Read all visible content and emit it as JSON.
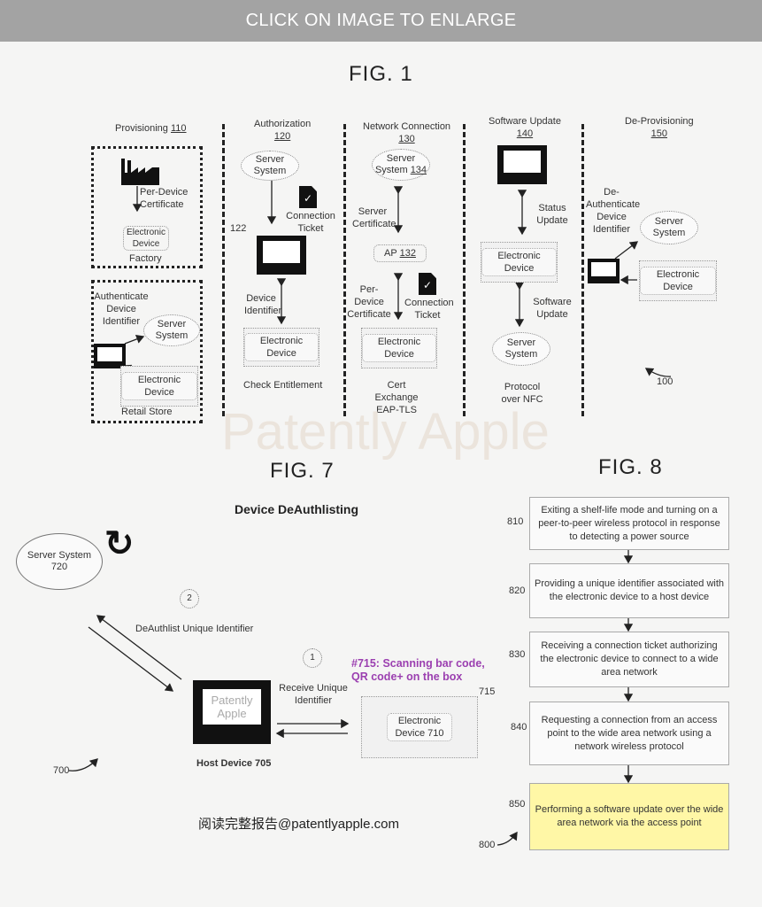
{
  "banner": "CLICK ON IMAGE TO ENLARGE",
  "fig1": {
    "title": "FIG. 1",
    "provisioning": {
      "label": "Provisioning",
      "num": "110",
      "per_device_cert": "Per-Device Certificate",
      "device": "Electronic Device",
      "factory": "Factory",
      "authenticate": "Authenticate Device Identifier",
      "server": "Server System",
      "device2": "Electronic Device",
      "retail": "Retail Store"
    },
    "authorization": {
      "label": "Authorization",
      "num": "120",
      "server": "Server System",
      "ticket": "Connection Ticket",
      "ref": "122",
      "device_id": "Device Identifier",
      "device": "Electronic Device",
      "check": "Check Entitlement"
    },
    "network": {
      "label": "Network Connection",
      "num": "130",
      "server": "Server System",
      "server_num": "134",
      "server_cert": "Server Certificate",
      "ap": "AP",
      "ap_num": "132",
      "per_device_cert": "Per-Device Certificate",
      "ticket": "Connection Ticket",
      "device": "Electronic Device",
      "cert_exchange": "Cert Exchange EAP-TLS"
    },
    "software": {
      "label": "Software Update",
      "num": "140",
      "status": "Status Update",
      "device": "Electronic Device",
      "sw_update": "Software Update",
      "server": "Server System",
      "protocol": "Protocol over NFC"
    },
    "deprov": {
      "label": "De-Provisioning",
      "num": "150",
      "deauth": "De-Authenticate Device Identifier",
      "server": "Server System",
      "device": "Electronic Device"
    },
    "ref": "100"
  },
  "watermark": "Patently Apple",
  "fig7": {
    "title": "FIG. 7",
    "heading": "Device DeAuthlisting",
    "server": "Server System",
    "server_num": "720",
    "step2": "2",
    "deauth_label": "DeAuthlist Unique Identifier",
    "step1": "1",
    "receive_label": "Receive Unique Identifier",
    "monitor_text": "Patently Apple",
    "host": "Host Device 705",
    "annotation": "#715: Scanning bar code, QR code+ on the box",
    "device": "Electronic Device 710",
    "ref715": "715",
    "ref": "700"
  },
  "fig8": {
    "title": "FIG. 8",
    "steps": [
      {
        "num": "810",
        "text": "Exiting a shelf-life mode and turning on a peer-to-peer wireless protocol in response to detecting a power source"
      },
      {
        "num": "820",
        "text": "Providing a unique identifier associated with the electronic device to a host device"
      },
      {
        "num": "830",
        "text": "Receiving a connection ticket authorizing the electronic device to connect to a wide area network"
      },
      {
        "num": "840",
        "text": "Requesting a connection from an access point to the wide area network using a network wireless protocol"
      },
      {
        "num": "850",
        "text": "Performing a software update over the wide area network via the access point"
      }
    ],
    "ref": "800"
  },
  "footer": "阅读完整报告@patentlyapple.com",
  "colors": {
    "highlight": "#fff7a6",
    "annotation": "#9b3fb0",
    "banner": "#a3a3a3"
  }
}
